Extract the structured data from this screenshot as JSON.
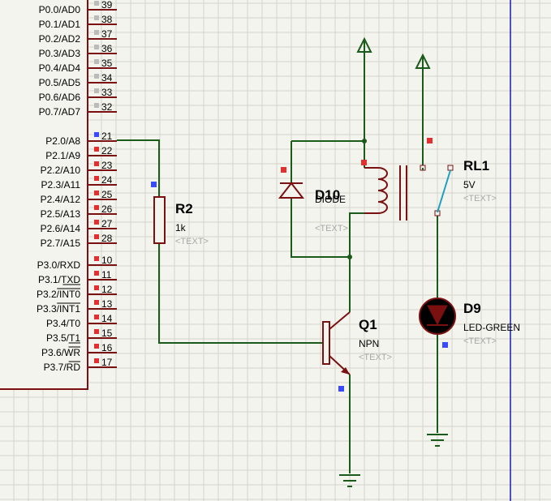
{
  "pins_left": {
    "p0": [
      "P0.0/AD0",
      "P0.1/AD1",
      "P0.2/AD2",
      "P0.3/AD3",
      "P0.4/AD4",
      "P0.5/AD5",
      "P0.6/AD6",
      "P0.7/AD7"
    ],
    "p2": [
      "P2.0/A8",
      "P2.1/A9",
      "P2.2/A10",
      "P2.3/A11",
      "P2.4/A12",
      "P2.5/A13",
      "P2.6/A14",
      "P2.7/A15"
    ],
    "p3": [
      "P3.0/RXD",
      "P3.1/TXD",
      "P3.2/INT0",
      "P3.3/INT1",
      "P3.4/T0",
      "P3.5/T1",
      "P3.6/WR",
      "P3.7/RD"
    ]
  },
  "pin_numbers": {
    "p0": [
      "39",
      "38",
      "37",
      "36",
      "35",
      "34",
      "33",
      "32"
    ],
    "p2": [
      "21",
      "22",
      "23",
      "24",
      "25",
      "26",
      "27",
      "28"
    ],
    "p3": [
      "10",
      "11",
      "12",
      "13",
      "14",
      "15",
      "16",
      "17"
    ]
  },
  "components": {
    "r2": {
      "ref": "R2",
      "value": "1k",
      "text": "<TEXT>"
    },
    "d10": {
      "ref": "D10",
      "value": "DIODE",
      "text": "<TEXT>"
    },
    "rl1": {
      "ref": "RL1",
      "value": "5V",
      "text": "<TEXT>"
    },
    "d9": {
      "ref": "D9",
      "value": "LED-GREEN",
      "text": "<TEXT>"
    },
    "q1": {
      "ref": "Q1",
      "value": "NPN",
      "text": "<TEXT>"
    }
  },
  "colors": {
    "wire": "#1a5a1a",
    "body": "#7a1010",
    "pin_low": "#e03030",
    "pin_float": "#3a4aff",
    "grid": "#d4d4cc",
    "border_line": "#1a1ab0"
  }
}
